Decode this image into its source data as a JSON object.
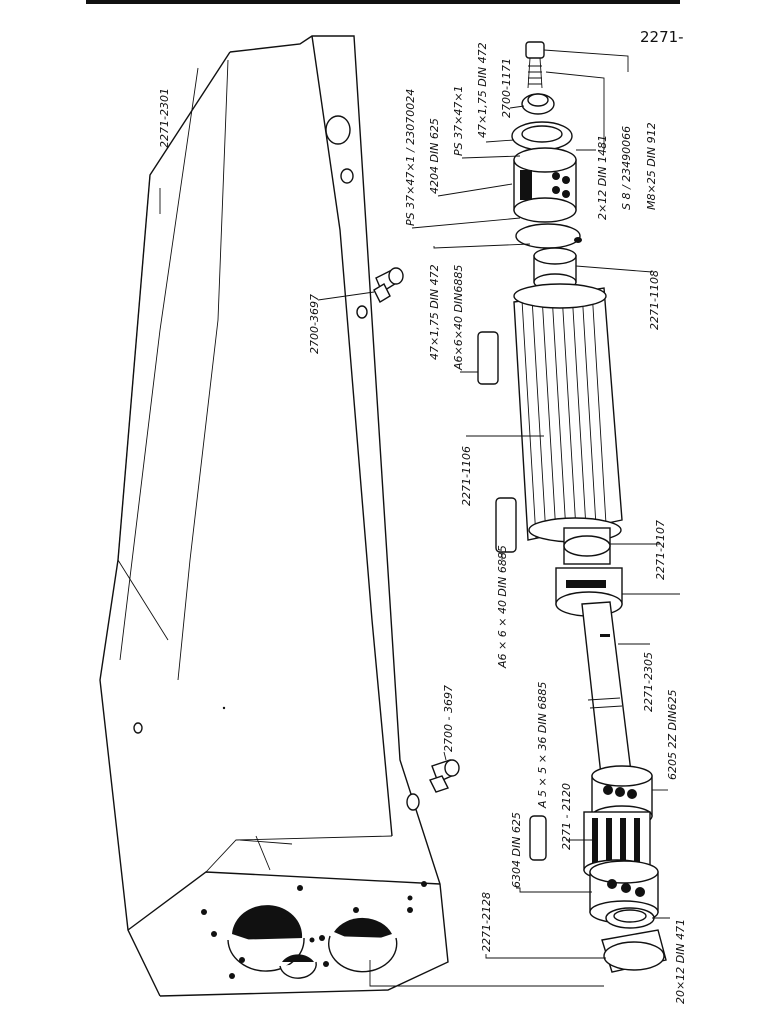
{
  "page_number": "2271-",
  "labels": {
    "housing": "2271-2301",
    "pin_top": "2700-3697",
    "pin_bottom": "2700 - 3697",
    "bolt": "M8×25 DIN 912",
    "washer_s8": "S 8 / 23490066",
    "circlip_small": "2×12 DIN 1481",
    "nut_1171": "2700-1171",
    "ring_175": "47×1,75 DIN 472",
    "ps_single": "PS 37×47×1",
    "bearing_4204": "4204 DIN 625",
    "ps_pack": "PS 37×47×1 / 23070024",
    "ring_lower": "47×1,75 DIN 472",
    "spacer_1108": "2271-1108",
    "key_top": "A6×6×40 DIN6885",
    "gear_shaft": "2271-1106",
    "key_mid": "A6 × 6 × 40 DIN 6885",
    "sleeve_2107": "2271-2107",
    "shaft_2305": "2271-2305",
    "bearing_6205": "6205 2Z DIN625",
    "key_small": "A 5 × 5 × 36 DIN 6885",
    "gear_2120": "2271 - 2120",
    "bearing_6304": "6304 DIN 625",
    "ring_bottom": "20×12 DIN 471",
    "cap_2128": "2271-2128"
  }
}
